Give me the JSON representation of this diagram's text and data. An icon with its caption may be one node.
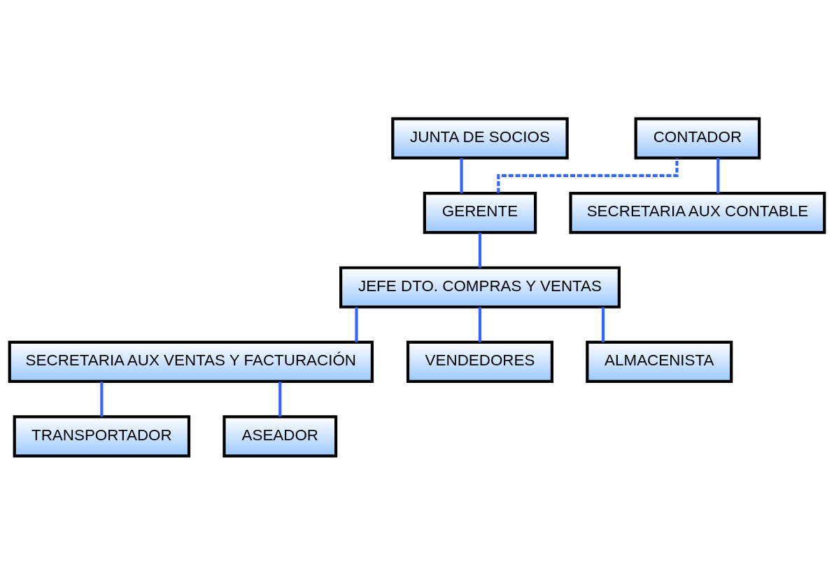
{
  "diagram": {
    "nodes": [
      {
        "text": [
          "JUNTA DE SOCIOS"
        ]
      },
      {
        "text": [
          "GERENTE"
        ]
      },
      {
        "text": [
          "CONTADOR"
        ]
      },
      {
        "text": [
          "JEFE DTO. COMPRAS Y VENTAS"
        ]
      },
      {
        "text": [
          "SECRETARIA AUX CONTABLE"
        ]
      },
      {
        "text": [
          "SECRETARIA AUX VENTAS Y FACTURACIÓN"
        ]
      },
      {
        "text": [
          "VENDEDORES"
        ]
      },
      {
        "text": [
          "ALMACENISTA"
        ]
      },
      {
        "text": [
          "TRANSPORTADOR"
        ]
      },
      {
        "text": [
          "ASEADOR"
        ]
      }
    ],
    "edges": [
      {
        "from": 0,
        "to": 1,
        "arrow": "none"
      },
      {
        "from": 1,
        "to": 3,
        "arrow": "none"
      },
      {
        "from": 1,
        "to": 2,
        "arrow": "none",
        "style": "dashed"
      },
      {
        "from": 2,
        "to": 4,
        "arrow": "none"
      },
      {
        "from": 3,
        "to": 5,
        "arrow": "none"
      },
      {
        "from": 3,
        "to": 6,
        "arrow": "none"
      },
      {
        "from": 3,
        "to": 7,
        "arrow": "none"
      },
      {
        "from": 5,
        "to": 8,
        "arrow": "none"
      },
      {
        "from": 5,
        "to": 9,
        "arrow": "none"
      }
    ]
  }
}
